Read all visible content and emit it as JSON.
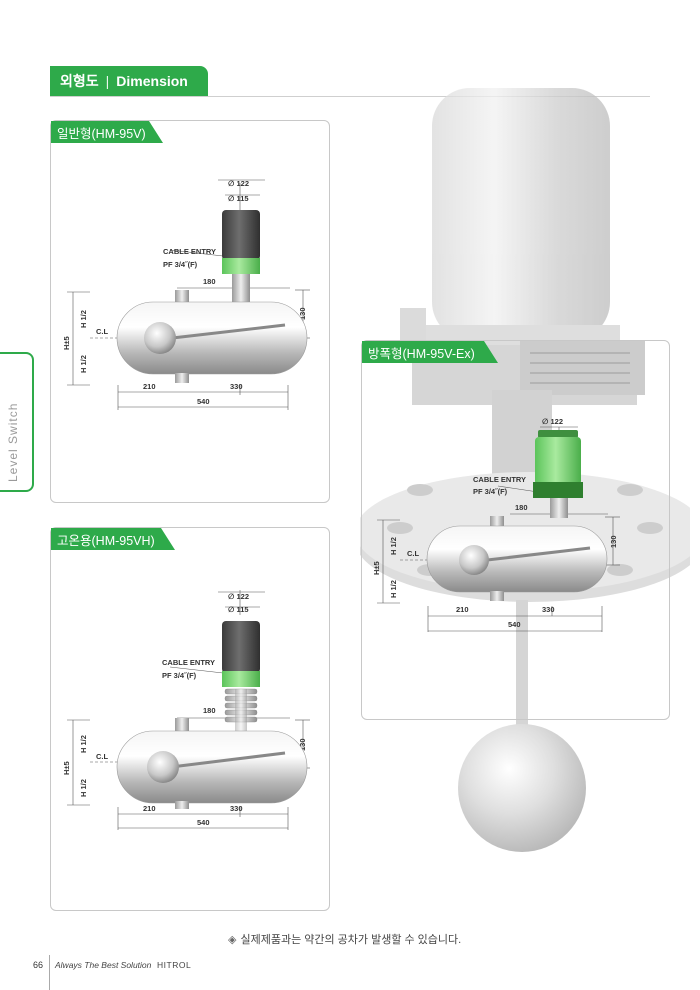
{
  "header": {
    "title_ko": "외형도",
    "separator": "|",
    "title_en": "Dimension"
  },
  "side_tab": {
    "label": "Level Switch"
  },
  "panels": [
    {
      "tag": "일반형(HM-95V)",
      "dia_outer": "∅ 122",
      "dia_inner": "∅ 115",
      "cable_entry": "CABLE ENTRY",
      "pf": "PF 3/4˝(F)",
      "dim_180": "180",
      "dim_130": "130",
      "h_total": "H±5",
      "h_half": "H 1/2",
      "cl": "C.L",
      "dim_210": "210",
      "dim_330": "330",
      "dim_540": "540"
    },
    {
      "tag": "고온용(HM-95VH)",
      "dia_outer": "∅ 122",
      "dia_inner": "∅ 115",
      "cable_entry": "CABLE ENTRY",
      "pf": "PF 3/4˝(F)",
      "dim_180": "180",
      "dim_130": "130",
      "h_total": "H±5",
      "h_half": "H 1/2",
      "cl": "C.L",
      "dim_210": "210",
      "dim_330": "330",
      "dim_540": "540"
    },
    {
      "tag": "방폭형(HM-95V-Ex)",
      "dia_outer": "∅ 122",
      "cable_entry": "CABLE ENTRY",
      "pf": "PF 3/4˝(F)",
      "dim_180": "180",
      "dim_130": "130",
      "h_total": "H±5",
      "h_half": "H 1/2",
      "cl": "C.L",
      "dim_210": "210",
      "dim_330": "330",
      "dim_540": "540"
    }
  ],
  "footer": {
    "note_icon": "◈",
    "note": "실제제품과는 약간의 공차가 발생할 수 있습니다.",
    "page_number": "66",
    "slogan": "Always The Best Solution",
    "brand": "HITROL"
  },
  "colors": {
    "accent": "#2eaa4a",
    "panel_border": "#c8c8c8",
    "product_green": "#7cd77a"
  }
}
